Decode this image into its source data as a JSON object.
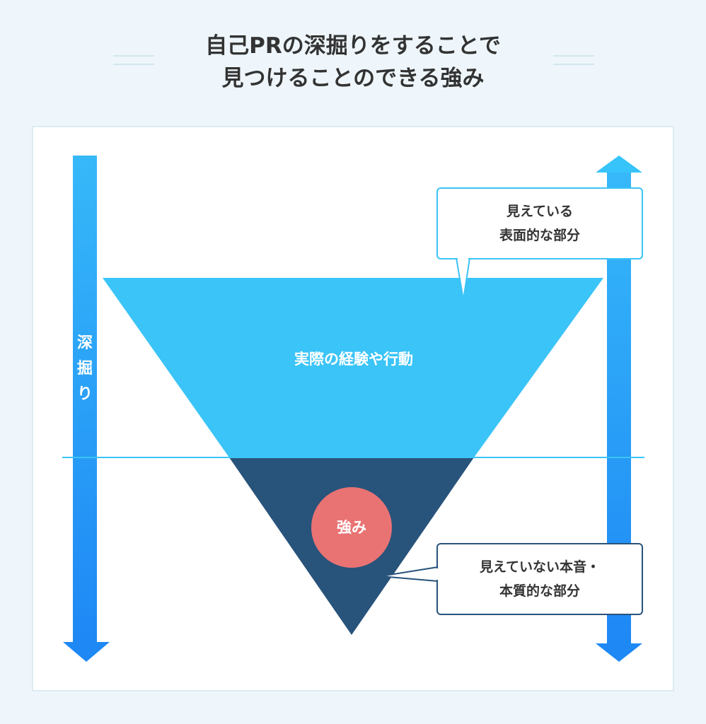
{
  "title": {
    "line1": "自己PRの深掘りをすることで",
    "line2": "見つけることのできる強み"
  },
  "diagram": {
    "left_arrow_label": [
      "深",
      "掘",
      "り"
    ],
    "upper_section_label": "実際の経験や行動",
    "core_label": "強み",
    "callout_top": {
      "line1": "見えている",
      "line2": "表面的な部分"
    },
    "callout_bottom": {
      "line1": "見えていない本音・",
      "line2": "本質的な部分"
    }
  },
  "colors": {
    "upper_triangle": "#3bc4f7",
    "lower_triangle": "#28537b",
    "core_circle": "#e97373",
    "arrow_light": "#36b8f9",
    "arrow_dark": "#1e88f5",
    "divider_line": "#3bc4f7"
  }
}
